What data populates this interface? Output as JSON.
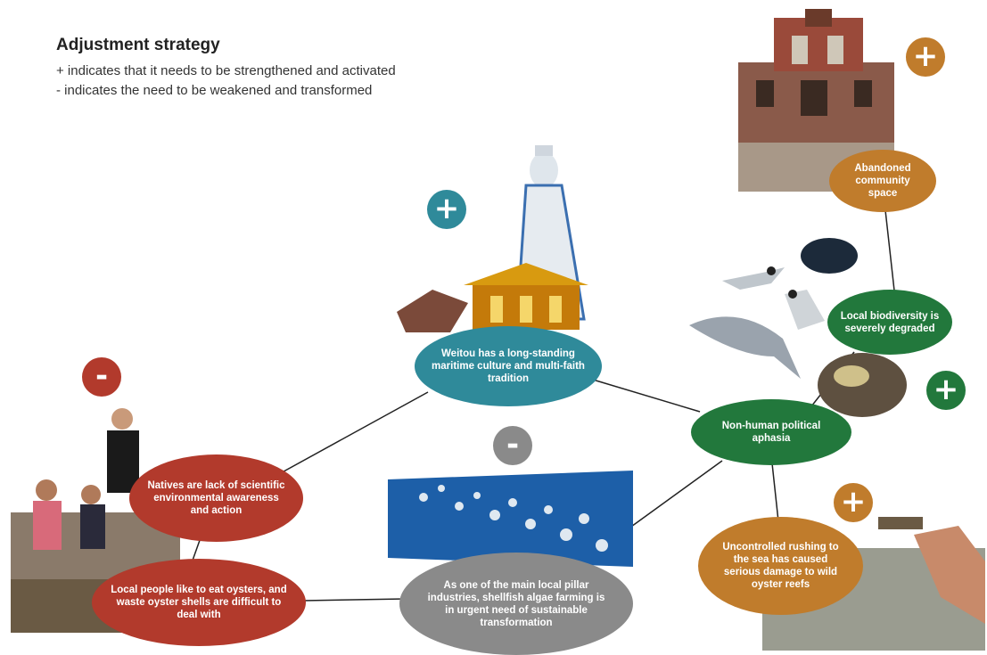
{
  "legend": {
    "title": "Adjustment strategy",
    "plus_line": "+ indicates that it needs to be strengthened and activated",
    "minus_line": "- indicates the need to be weakened and transformed"
  },
  "badges": {
    "plus": "+",
    "minus": "-"
  },
  "nodes": {
    "maritime": "Weitou has a long-standing maritime culture and multi-faith tradition",
    "natives": "Natives are lack of scientific environmental awareness and action",
    "oysters": "Local people like to eat oysters, and waste oyster shells are difficult to deal with",
    "shellfish": "As one of the main local pillar industries, shellfish algae farming is in urgent need of sustainable transformation",
    "aphasia": "Non-human political aphasia",
    "biodiversity": "Local biodiversity is severely degraded",
    "abandoned": "Abandoned community space",
    "rushing": "Uncontrolled rushing to the sea has caused serious damage to wild oyster reefs"
  },
  "colors": {
    "red": "#b23a2c",
    "teal": "#2f8a9a",
    "green": "#22783c",
    "gray": "#8a8a8a",
    "ochre": "#c07c2c"
  },
  "icons": {
    "plus": "plus-badge-icon",
    "minus": "minus-badge-icon"
  }
}
